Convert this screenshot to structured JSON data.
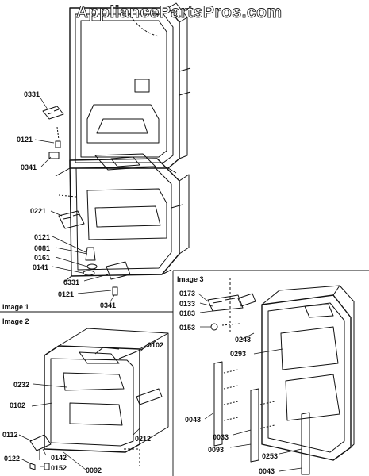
{
  "watermark": "AppliancePartsPros.com",
  "sections": {
    "image1": "Image 1",
    "image2": "Image 2",
    "image3": "Image 3"
  },
  "part_labels": {
    "p0331_top": "0331",
    "p0121_a": "0121",
    "p0341_a": "0341",
    "p0221": "0221",
    "p0121_b": "0121",
    "p0081": "0081",
    "p0161": "0161",
    "p0141": "0141",
    "p0331_b": "0331",
    "p0121_c": "0121",
    "p0341_b": "0341",
    "p0102_a": "0102",
    "p0232": "0232",
    "p0102_b": "0102",
    "p0212": "0212",
    "p0112": "0112",
    "p0142": "0142",
    "p0122": "0122",
    "p0152": "0152",
    "p0092": "0092",
    "p0173": "0173",
    "p0133": "0133",
    "p0183": "0183",
    "p0153": "0153",
    "p0243": "0243",
    "p0293": "0293",
    "p0043_a": "0043",
    "p0033": "0033",
    "p0093": "0093",
    "p0253": "0253",
    "p0043_b": "0043"
  }
}
